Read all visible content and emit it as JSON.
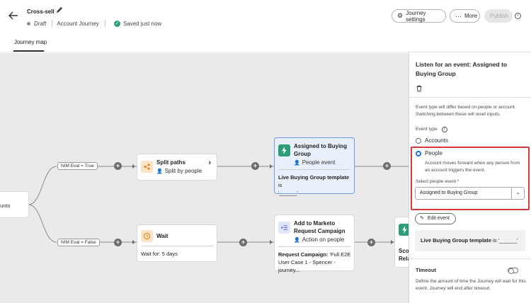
{
  "header": {
    "title": "Cross-sell",
    "status": "Draft",
    "journey_type": "Account Journey",
    "saved_text": "Saved just now",
    "settings_label": "Journey settings",
    "more_label": "More",
    "publish_label": "Publish",
    "icons": {
      "back": "arrow-left-icon",
      "edit": "pencil-icon",
      "info": "info-icon"
    }
  },
  "tabs": [
    {
      "label": "Journey map",
      "active": true
    }
  ],
  "canvas": {
    "accounts_node_label": "ounts",
    "split_node": {
      "title": "Split paths",
      "subtitle": "Split by people"
    },
    "path_labels": [
      "NIM Eval = True",
      "NIM Eval = False"
    ],
    "event_node": {
      "title_line1": "Assigned to Buying",
      "title_line2": "Group",
      "subtitle": "People event",
      "body_prefix": "Live Buying Group template",
      "body_suffix": " is",
      "body_value": "'______'"
    },
    "wait_node": {
      "title": "Wait",
      "body": "Wait for: 5 days"
    },
    "marketo_node": {
      "title_line1": "Add to Marketo",
      "title_line2": "Request Campaign",
      "subtitle": "Action on people",
      "body_line1_prefix": "Request Campaign:",
      "body_line1_suffix": " 'Full E2E",
      "body_line2": "User Case 1 - Spencer -journey..."
    },
    "partial_node": {
      "line1": "Sco",
      "line2": "Rela"
    }
  },
  "panel": {
    "title": "Listen for an event: Assigned to Buying Group",
    "event_type_help": "Event type will differ based on people or account. Switching between these will reset inputs.",
    "event_type_label": "Event type",
    "options": [
      {
        "label": "Accounts",
        "selected": false
      },
      {
        "label": "People",
        "selected": true
      }
    ],
    "people_help": "Account moves forward when any person from an account triggers the event.",
    "select_label": "Select people event",
    "select_value": "Assigned to Buying Group",
    "edit_event_label": "Edit event",
    "template_prefix": "Live Buying Group template",
    "template_suffix": " is '______'",
    "timeout_label": "Timeout",
    "timeout_help": "Define the amount of time the Journey will wait for this event. Journey will end after timeout.",
    "timeout_enabled": false
  },
  "colors": {
    "accent": "#1473e6",
    "highlight_border": "#d33a3a",
    "event_green": "#2d9d78",
    "split_orange": "#e68619",
    "marketo_blue": "#5a6fd6"
  }
}
